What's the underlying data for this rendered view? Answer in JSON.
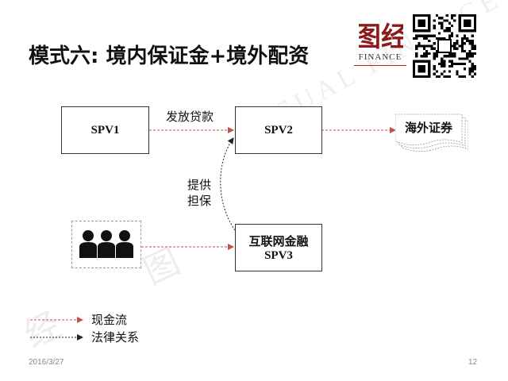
{
  "slide": {
    "title": "模式六: 境内保证金+境外配资",
    "date": "2016/3/27",
    "page_number": "12"
  },
  "logo": {
    "seal_text": "图经",
    "wordmark": "FINANCE",
    "watermark": "VISUAL FINANCE"
  },
  "nodes": {
    "spv1": "SPV1",
    "spv2": "SPV2",
    "spv3_line1": "互联网金融",
    "spv3_line2": "SPV3",
    "overseas_securities": "海外证券"
  },
  "edges": {
    "loan_label": "发放贷款",
    "guarantee_line1": "提供",
    "guarantee_line2": "担保"
  },
  "legend": {
    "cash_flow": "现金流",
    "legal_relation": "法律关系"
  },
  "colors": {
    "cash_flow": "#c0504d",
    "legal_relation": "#222222",
    "seal": "#8b1a1a"
  },
  "icons": [
    "people-group-icon",
    "qr-code-icon",
    "document-stack-icon"
  ]
}
